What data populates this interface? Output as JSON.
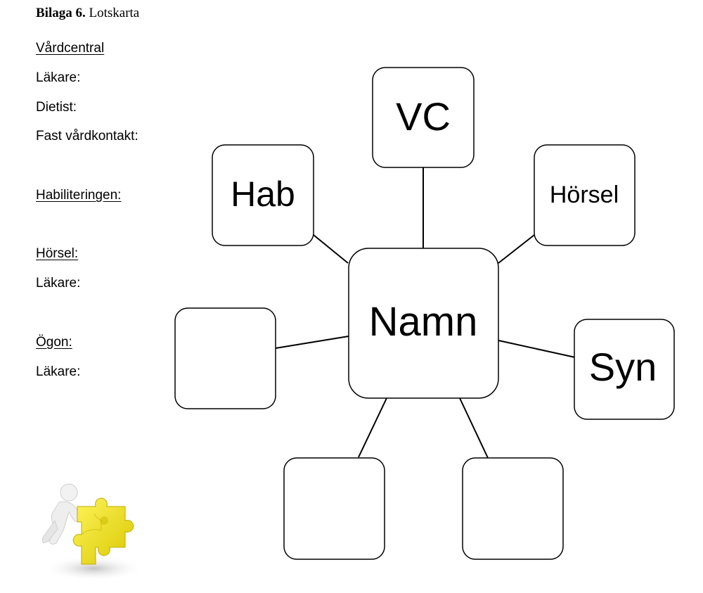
{
  "heading": {
    "bold": "Bilaga 6.",
    "rest": "Lotskarta"
  },
  "left_column": {
    "vardcentral": "Vårdcentral",
    "lakare1": "Läkare:",
    "dietist": "Dietist:",
    "fast_vardkontakt": "Fast vårdkontakt:",
    "habiliteringen": "Habiliteringen:",
    "horsel": "Hörsel:",
    "lakare2": "Läkare:",
    "ogon": "Ögon:",
    "lakare3": "Läkare:"
  },
  "diagram": {
    "center": "Namn",
    "top": "VC",
    "top_left": "Hab",
    "top_right": "Hörsel",
    "right": "Syn",
    "left": "",
    "bottom_left": "",
    "bottom_right": ""
  },
  "illustration": {
    "icon": "puzzle-person-icon",
    "piece_color": "#f2e600"
  }
}
